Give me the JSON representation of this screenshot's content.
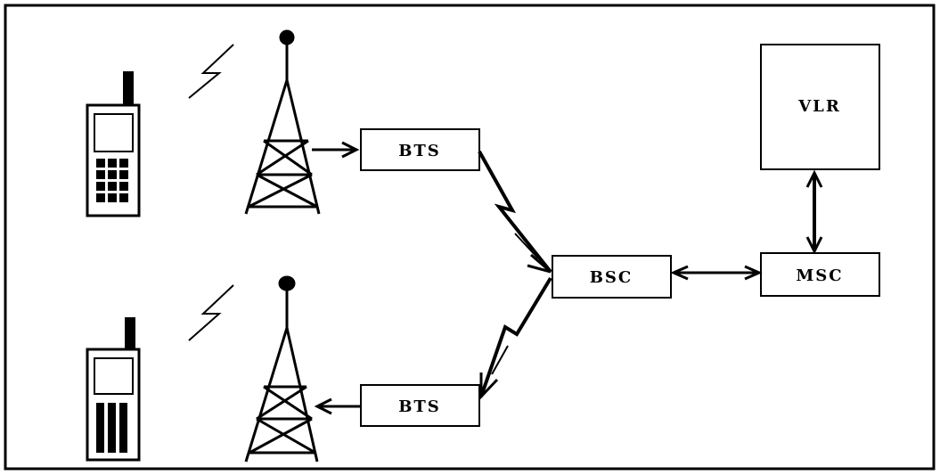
{
  "diagram": {
    "nodes": {
      "bts_top": "BTS",
      "bts_bottom": "BTS",
      "bsc": "BSC",
      "msc": "MSC",
      "vlr": "VLR"
    },
    "icons": {
      "phone": "mobile-phone-icon",
      "tower": "cell-tower-icon",
      "signal": "lightning-signal-icon"
    },
    "colors": {
      "stroke": "#000000",
      "background": "#ffffff"
    }
  }
}
